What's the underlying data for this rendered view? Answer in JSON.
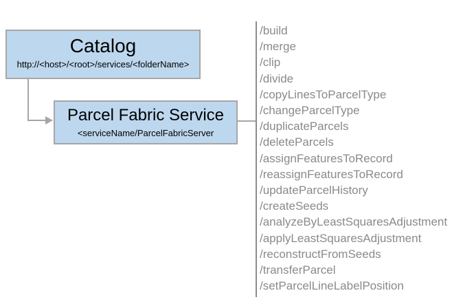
{
  "diagram": {
    "catalog_box": {
      "title": "Catalog",
      "subtitle": "http://<host>/<root>/services/<folderName>"
    },
    "service_box": {
      "title": "Parcel Fabric Service",
      "subtitle": "<serviceName/ParcelFabricServer"
    },
    "operations": {
      "items": [
        "/build",
        "/merge",
        "/clip",
        "/divide",
        "/copyLinesToParcelType",
        "/changeParcelType",
        "/duplicateParcels",
        "/deleteParcels",
        "/assignFeaturesToRecord",
        "/reassignFeaturesToRecord",
        "/updateParcelHistory",
        "/createSeeds",
        "/analyzeByLeastSquaresAdjustment",
        "/applyLeastSquaresAdjustment",
        "/reconstructFromSeeds",
        "/transferParcel",
        "/setParcelLineLabelPosition"
      ]
    },
    "colors": {
      "box_fill": "#bdd7ee",
      "box_border": "#a6a6a6",
      "connector": "#a6a6a6",
      "divider": "#8c8c8c",
      "list_text": "#8a8a8a",
      "title_text": "#000000"
    }
  }
}
